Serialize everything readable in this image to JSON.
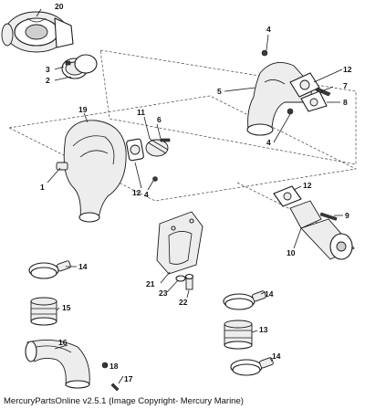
{
  "diagram": {
    "callouts": [
      "1",
      "2",
      "3",
      "4",
      "4",
      "4",
      "5",
      "6",
      "7",
      "8",
      "9",
      "10",
      "11",
      "12",
      "12",
      "12",
      "13",
      "14",
      "14",
      "14",
      "15",
      "16",
      "17",
      "18",
      "19",
      "20",
      "21",
      "22",
      "23"
    ]
  },
  "footer": {
    "caption": "MercuryPartsOnline v2.5.1 (Image Copyright- Mercury Marine)"
  }
}
